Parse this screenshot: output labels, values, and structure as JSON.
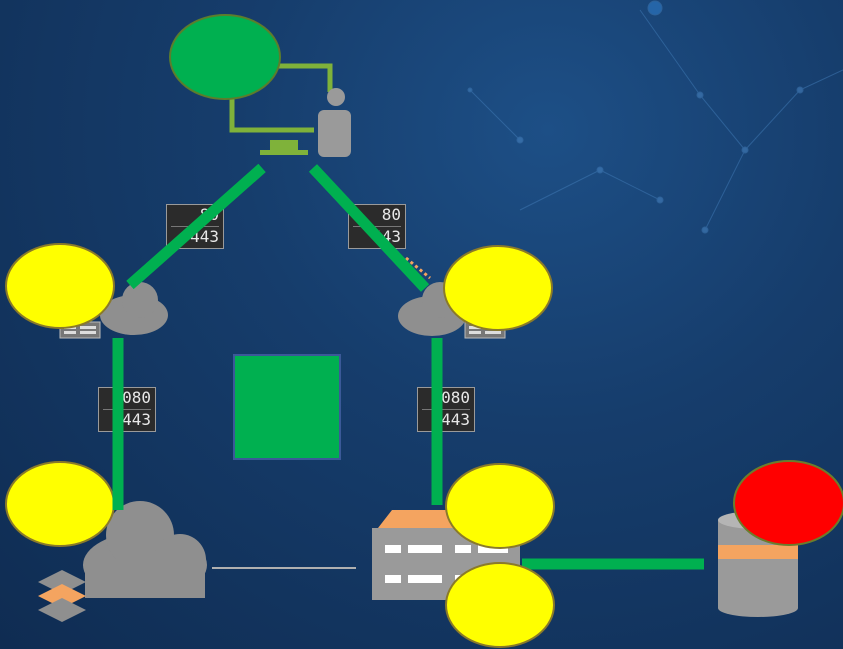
{
  "colors": {
    "background": "#163d6c",
    "connector_green": "#00b050",
    "marker_yellow": "#ffff00",
    "marker_red": "#ff0000",
    "marker_green": "#00b050",
    "icon_gray": "#8f8f8f",
    "icon_orange": "#f4a460",
    "monitor_green": "#7fb23a"
  },
  "ports": {
    "client_left": [
      "80",
      "443"
    ],
    "client_right": [
      "80",
      "443"
    ],
    "left_vertical": [
      "7080",
      "7443"
    ],
    "right_vertical": [
      "6080",
      "6443"
    ]
  },
  "icons": {
    "client": "user-workstation-icon",
    "cloud_left": "cloud-server-icon",
    "cloud_right": "cloud-server-icon",
    "cloud_bottom": "cloud-layers-icon",
    "server": "server-rack-icon",
    "database": "database-icon"
  }
}
